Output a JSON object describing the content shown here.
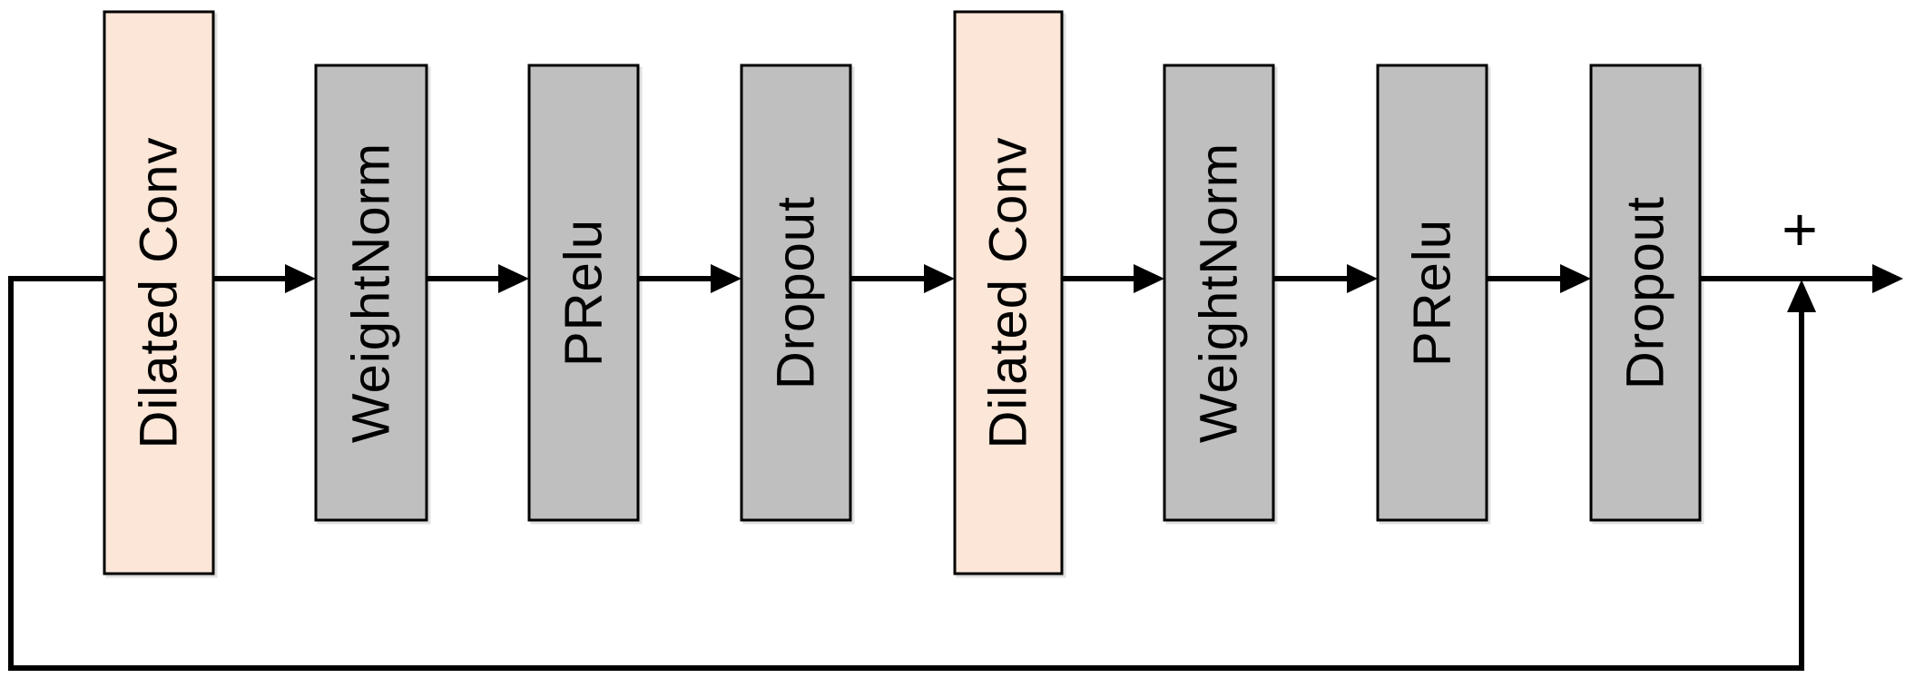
{
  "diagram": {
    "nodes": [
      {
        "label": "Dilated Conv",
        "kind": "conv"
      },
      {
        "label": "WeightNorm",
        "kind": "op"
      },
      {
        "label": "PRelu",
        "kind": "op"
      },
      {
        "label": "Dropout",
        "kind": "op"
      },
      {
        "label": "Dilated Conv",
        "kind": "conv"
      },
      {
        "label": "WeightNorm",
        "kind": "op"
      },
      {
        "label": "PRelu",
        "kind": "op"
      },
      {
        "label": "Dropout",
        "kind": "op"
      }
    ],
    "sum_symbol": "+",
    "colors": {
      "conv_fill": "#FBE6D7",
      "op_fill": "#BFBFBF",
      "line": "#000000",
      "background": "#FFFFFF"
    }
  }
}
